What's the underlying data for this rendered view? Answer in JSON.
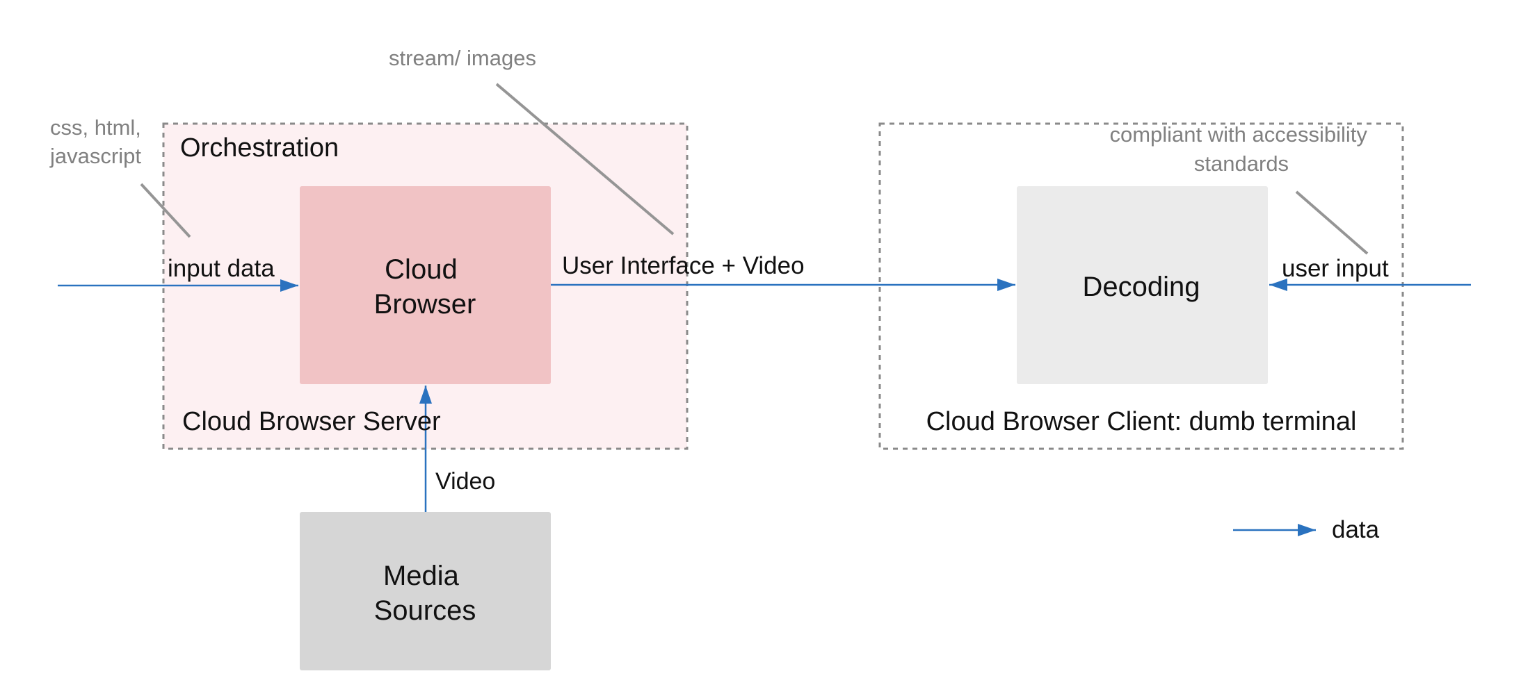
{
  "colors": {
    "arrow": "#2a72bf",
    "server_region_fill": "#fdf0f2",
    "region_border": "#8a8a8a",
    "cloud_browser_fill": "#f1c3c5",
    "decoding_fill": "#ebebeb",
    "media_sources_fill": "#d6d6d6",
    "callout_line": "#959595",
    "note_text": "#808080"
  },
  "regions": {
    "server": {
      "title": "Orchestration",
      "label": "Cloud Browser Server"
    },
    "client": {
      "label": "Cloud Browser Client: dumb terminal"
    }
  },
  "nodes": {
    "cloud_browser": [
      "Cloud",
      "Browser"
    ],
    "decoding": [
      "Decoding"
    ],
    "media_sources": [
      "Media",
      "Sources"
    ]
  },
  "edges": {
    "input_data": "input data",
    "ui_video": "User Interface + Video",
    "user_input": "user input",
    "video": "Video"
  },
  "notes": {
    "web_tech": [
      "css, html,",
      "javascript"
    ],
    "stream": [
      "stream/ images"
    ],
    "accessibility": [
      "compliant with accessibility",
      "standards"
    ]
  },
  "legend": {
    "data": "data"
  }
}
